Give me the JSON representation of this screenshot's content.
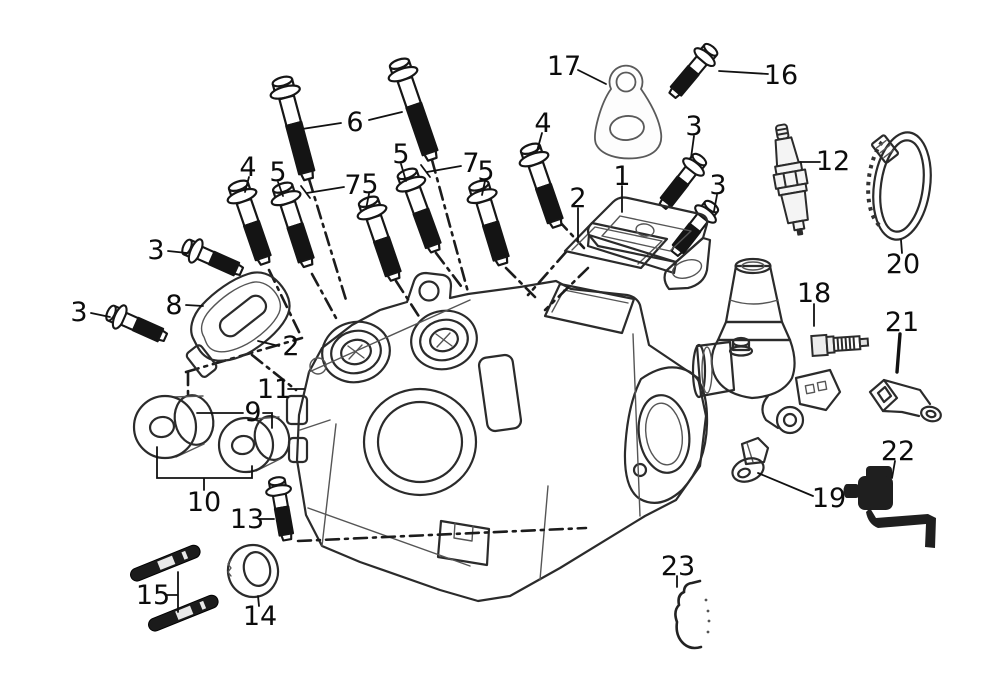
{
  "diagram": {
    "kind": "exploded-parts-diagram",
    "background_color": "#ffffff",
    "ink_color": "#2b2b2b",
    "hardware_fill_color": "#141414"
  },
  "callouts": {
    "1": "1",
    "2": "2",
    "3": "3",
    "4": "4",
    "5": "5",
    "6": "6",
    "7": "7",
    "8": "8",
    "9": "9",
    "10": "10",
    "11": "11",
    "12": "12",
    "13": "13",
    "14": "14",
    "15": "15",
    "16": "16",
    "17": "17",
    "18": "18",
    "19": "19",
    "20": "20",
    "21": "21",
    "22": "22",
    "23": "23"
  }
}
